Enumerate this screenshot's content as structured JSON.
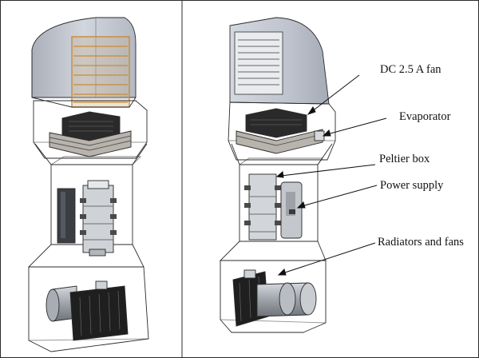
{
  "figure": {
    "panels": [
      "left-assembly-view",
      "right-assembly-view"
    ],
    "callouts": [
      {
        "id": "fan",
        "label": "DC 2.5 A fan",
        "icon": "arrow-pointer"
      },
      {
        "id": "evaporator",
        "label": "Evaporator",
        "icon": "arrow-pointer"
      },
      {
        "id": "peltier",
        "label": "Peltier box",
        "icon": "arrow-pointer"
      },
      {
        "id": "psu",
        "label": "Power supply",
        "icon": "arrow-pointer"
      },
      {
        "id": "radiators",
        "label": "Radiators and fans",
        "icon": "arrow-pointer"
      }
    ],
    "colors": {
      "frame": "#2b2b2b",
      "glass": "#b9c0cc",
      "louver": "#c98a3a",
      "metal": "#8a8e94",
      "dark": "#1f1f1f"
    }
  }
}
